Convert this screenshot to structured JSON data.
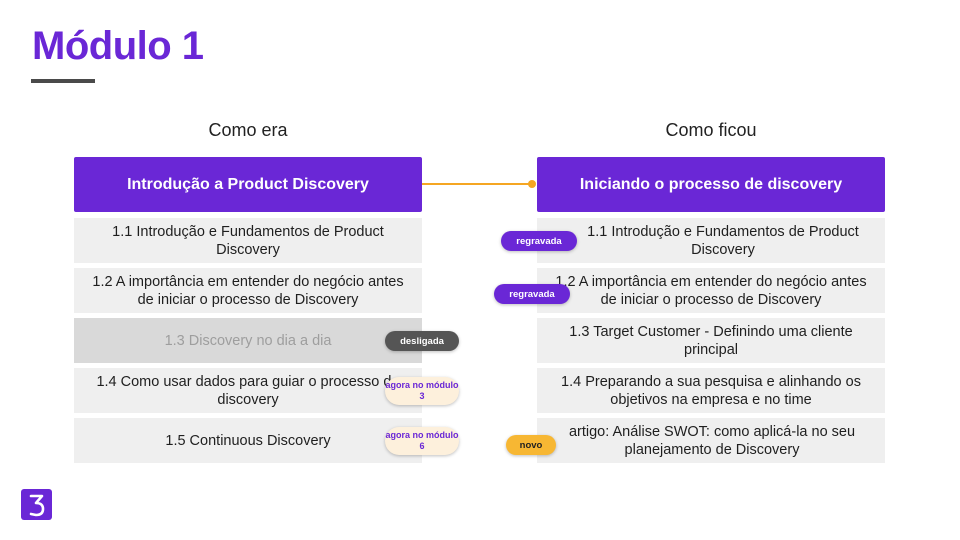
{
  "title": "Módulo 1",
  "left": {
    "heading": "Como era",
    "header": "Introdução a Product Discovery",
    "rows": [
      "1.1 Introdução e Fundamentos de Product Discovery",
      "1.2 A importância em entender do negócio antes de iniciar o processo de Discovery",
      "1.3 Discovery no dia a dia",
      "1.4 Como usar dados para guiar o processo de discovery",
      "1.5 Continuous Discovery"
    ],
    "badges": {
      "row3": "desligada",
      "row4": "agora no módulo 3",
      "row5": "agora no módulo 6"
    }
  },
  "right": {
    "heading": "Como ficou",
    "header": "Iniciando o processo de discovery",
    "rows": [
      "1.1 Introdução e Fundamentos de Product Discovery",
      "1.2 A importância em entender do negócio antes de iniciar o processo de Discovery",
      "1.3 Target Customer - Definindo uma cliente principal",
      "1.4 Preparando a sua pesquisa e alinhando os objetivos na empresa e no time",
      "artigo: Análise SWOT: como aplicá-la no seu planejamento de Discovery"
    ],
    "badges": {
      "row1": "regravada",
      "row2": "regravada",
      "row5": "novo"
    }
  },
  "colors": {
    "accent": "#6a27d6",
    "connector": "#f5a623",
    "row_bg": "#efefef",
    "disabled_bg": "#d9d9d9"
  },
  "icons": {
    "logo": "logo-icon"
  }
}
